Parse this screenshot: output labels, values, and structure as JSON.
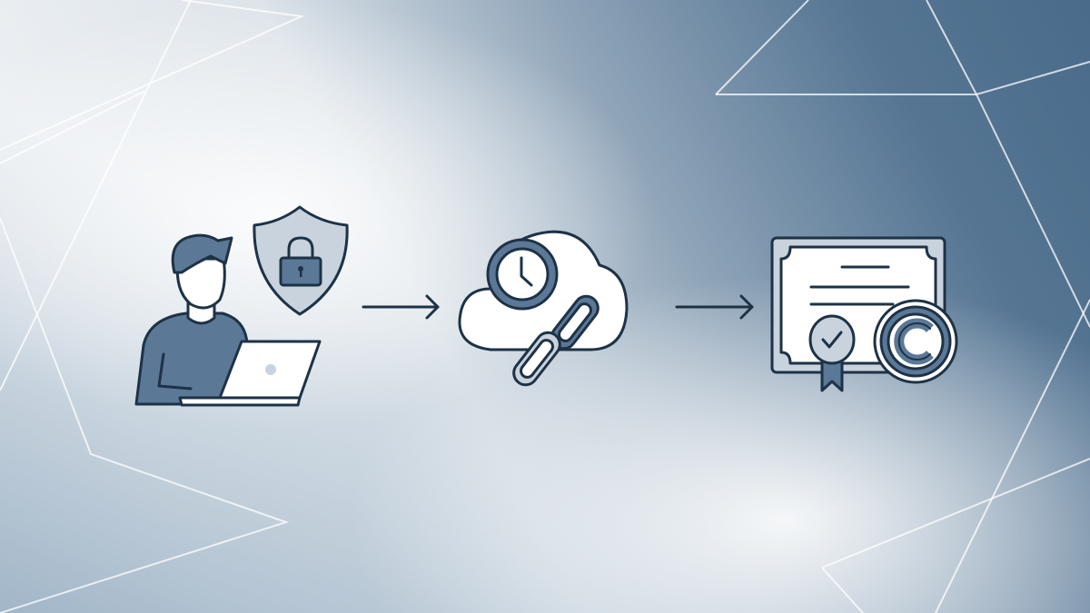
{
  "colors": {
    "outline": "#1e3246",
    "primary_fill": "#5b7897",
    "light_fill": "#c8d3de",
    "background_dark": "#4d6e8d",
    "background_light": "#f4f6f8"
  },
  "steps": [
    {
      "id": "creator",
      "icons": [
        "person-icon",
        "laptop-icon",
        "shield-lock-icon"
      ]
    },
    {
      "id": "cloud-timestamp",
      "icons": [
        "cloud-icon",
        "clock-icon",
        "link-chain-icon"
      ]
    },
    {
      "id": "certificate",
      "icons": [
        "certificate-icon",
        "seal-check-badge-icon",
        "copyright-icon"
      ]
    }
  ],
  "connectors": [
    "arrow-right-icon",
    "arrow-right-icon"
  ]
}
